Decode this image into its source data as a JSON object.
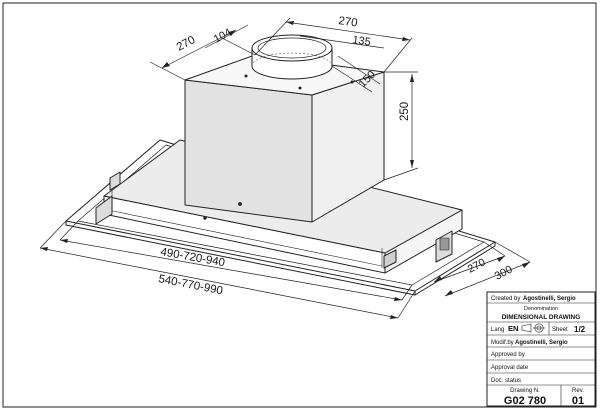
{
  "dimensions": {
    "top_width": "270",
    "top_depth": "270",
    "offset_104": "104",
    "offset_135": "135",
    "duct_diameter": "150",
    "height": "250",
    "inner_width": "490-720-940",
    "outer_width": "540-770-990",
    "inner_depth": "270",
    "outer_depth": "300"
  },
  "title_block": {
    "created_by_label": "Created by",
    "created_by_value": "Agostinelli, Sergio",
    "denomination_label": "Denomination",
    "denomination_value": "DIMENSIONAL  DRAWING",
    "lang_label": "Lang",
    "lang_value": "EN",
    "sheet_label": "Sheet",
    "sheet_value": "1/2",
    "modif_label": "Modif.by",
    "modif_value": "Agostinelli, Sergio",
    "approved_by_label": "Approved by",
    "approval_date_label": "Approval date",
    "doc_status_label": "Doc. status",
    "drawing_no_label": "Drawing N.",
    "drawing_no_value": "G02 780",
    "rev_label": "Rev.",
    "rev_value": "01"
  }
}
